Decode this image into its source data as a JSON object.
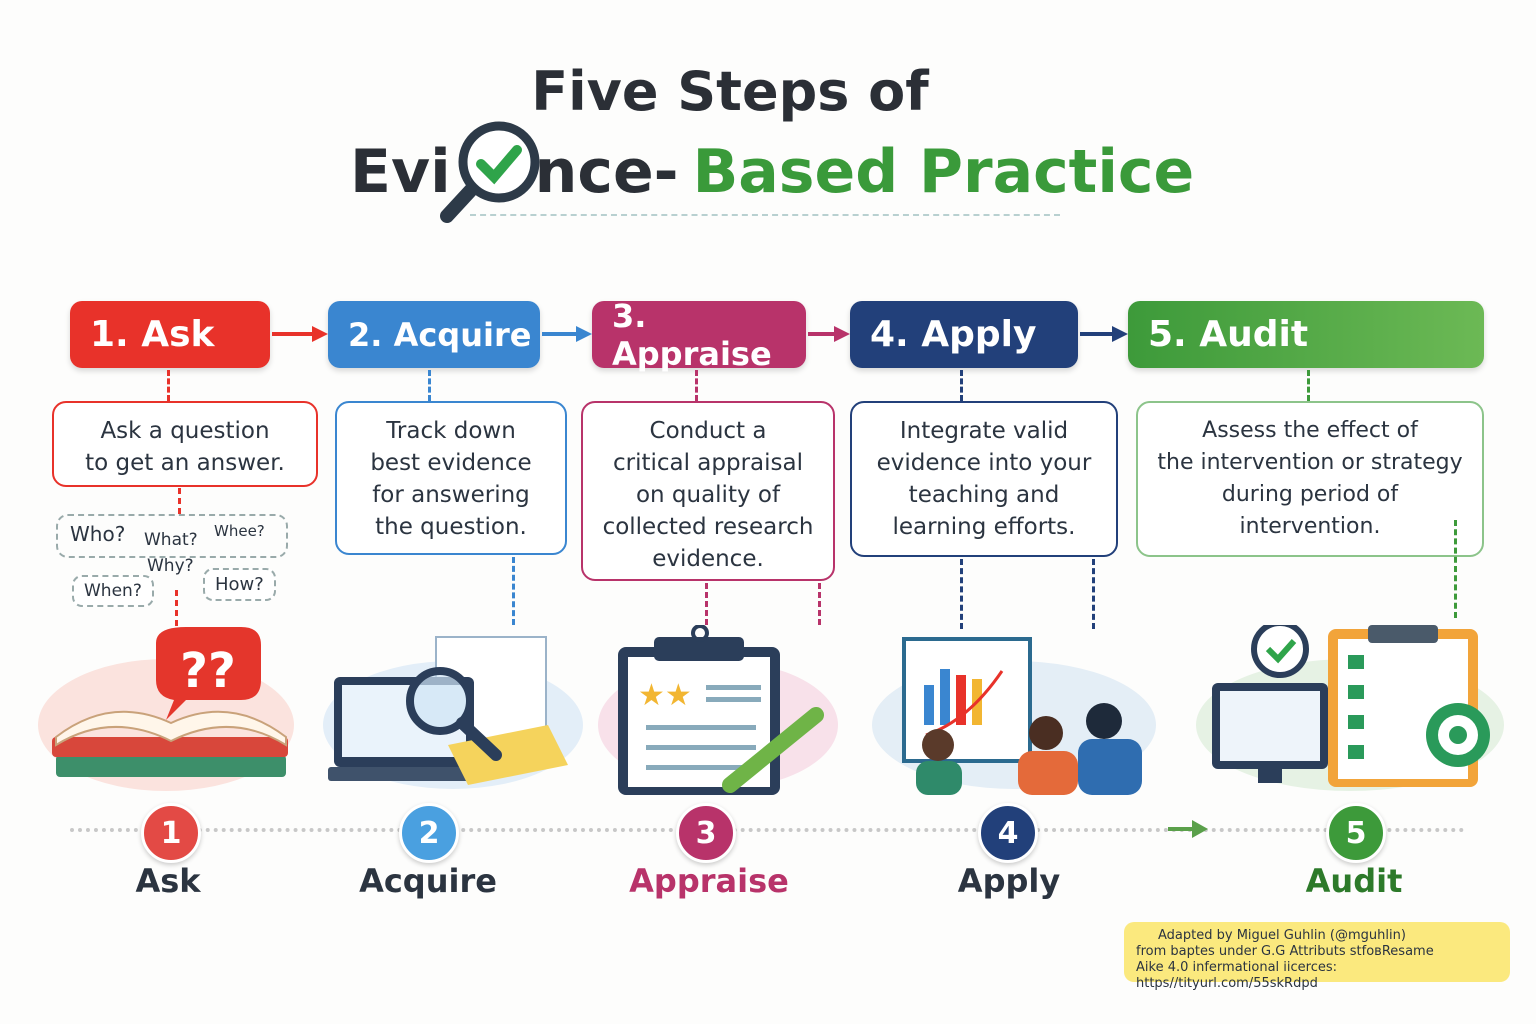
{
  "title": {
    "line1": "Five Steps of",
    "pre": "Evi",
    "post": "nce-",
    "green": "Based Practice"
  },
  "colors": {
    "ask": "#e8322a",
    "acquire": "#3a86d0",
    "appraise": "#b8336a",
    "apply": "#22407a",
    "audit": "#3d9a3a"
  },
  "steps": [
    {
      "header": "1.  Ask",
      "desc": [
        "Ask a question",
        "to get an answer."
      ],
      "label": "Ask",
      "num": "1"
    },
    {
      "header": "2. Acquire",
      "desc": [
        "Track down",
        "best evidence",
        "for answering",
        "the question."
      ],
      "label": "Acquire",
      "num": "2"
    },
    {
      "header": "3. Appraise",
      "desc": [
        "Conduct a",
        "critical appraisal",
        "on quality of",
        "collected research",
        "evidence."
      ],
      "label": "Appraise",
      "num": "3"
    },
    {
      "header": "4. Apply",
      "desc": [
        "Integrate valid",
        "evidence into your",
        "teaching and",
        "learning efforts."
      ],
      "label": "Apply",
      "num": "4"
    },
    {
      "header": "5. Audit",
      "desc": [
        "Assess the effect of",
        "the intervention or strategy",
        "during period of",
        "intervention."
      ],
      "label": "Audit",
      "num": "5"
    }
  ],
  "questions": {
    "who": "Who?",
    "what": "What?",
    "whee": "Whee?",
    "why": "Why?",
    "when": "When?",
    "how": "How?"
  },
  "illus": {
    "ask_bubble": "??"
  },
  "credit": [
    "Adapted by Miguel Guhlin (@mguhlin)",
    "from bаptes under G.G Attributs stfoвResame",
    "Aike 4.0 infermational iicerces: https//tityurl.com/55skRdpd"
  ]
}
